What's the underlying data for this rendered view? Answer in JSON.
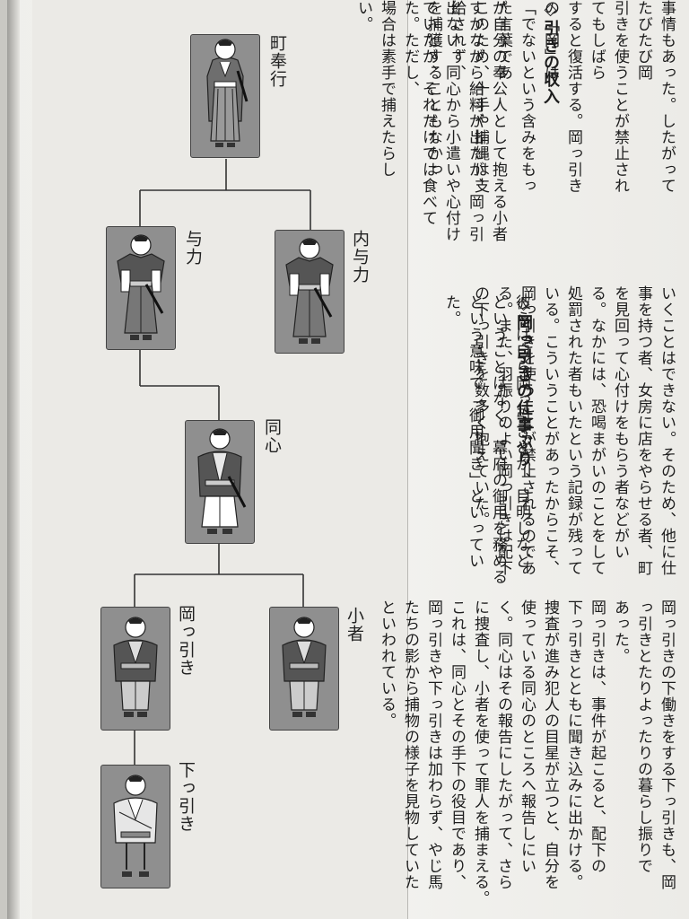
{
  "hierarchy": {
    "machi_bugyo": "町奉行",
    "yoriki": "与力",
    "uchi_yoriki": "内与力",
    "doshin": "同心",
    "okappiki": "岡っ引き",
    "komono": "小者",
    "shitappiki": "下っ引き"
  },
  "top_text": {
    "lines": [
      "事情もあった。したがってたびたび岡",
      "引きを使うことが禁止されてもしばら",
      "すると復活する。岡っ引きの「岡」は",
      "「でないという含みをもった言葉であ",
      "このため、十手や捕縄は支給されず、",
      "を捕獲することもなかった。ただし、",
      "場合は素手で捕えたらしい。"
    ]
  },
  "section1": {
    "heading": "◇引きの収入",
    "lines": [
      "が自分の奉公人として抱える小者",
      "すかながら給料が出たが、岡っ引",
      "出ない。同心から小遣いや心付け",
      "ていたが、それだけでは食べて"
    ]
  },
  "right_mid": {
    "lines": [
      "いくことはできない。そのため、他に仕",
      "事を持つ者、女房に店をやらせる者、町",
      "を見回って心付けをもらう者などがい",
      "る。なかには、恐喝まがいのことをして",
      "処罰された者もいたという記録が残って",
      "いる。こういうことがあったからこそ、",
      "岡っ引きを使うことが禁止されるのであ",
      "る。また、羽振りのよい岡っ引きは配下",
      "の下っ引きを数多く抱えていた。"
    ]
  },
  "section2": {
    "heading": "◇岡っ引きの仕事ぶり",
    "lines": [
      "彼らは自ら岡っ引きとか、目明しなど",
      "ということはなく、幕府の御用を務める",
      "という意味で「御用聞き」といっていた。"
    ]
  },
  "bottom_text": {
    "lines": [
      "岡っ引きの下働きをする下っ引きも、岡",
      "っ引きとたりよったりの暮らし振りで",
      "あった。",
      "岡っ引きは、事件が起こると、配下の",
      "下っ引きとともに聞き込みに出かける。",
      "捜査が進み犯人の目星が立つと、自分を",
      "使っている同心のところへ報告しにい",
      "く。同心はその報告にしたがって、さら",
      "に捜査し、小者を使って罪人を捕まえる。",
      "これは、同心とその手下の役目であり、",
      "岡っ引きや下っ引きは加わらず、やじ馬",
      "たちの影から捕物の様子を見物していた",
      "といわれている。"
    ]
  }
}
